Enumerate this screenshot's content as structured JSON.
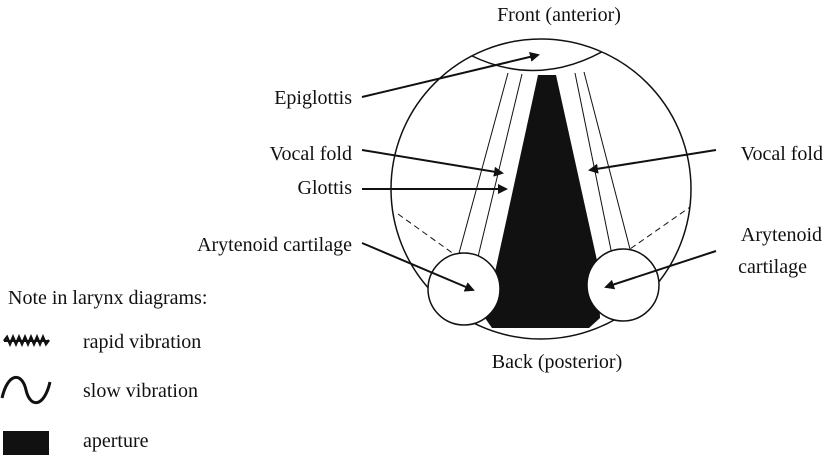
{
  "diagram": {
    "labels": {
      "front": "Front (anterior)",
      "back": "Back (posterior)",
      "epiglottis": "Epiglottis",
      "vocal_fold_left": "Vocal fold",
      "vocal_fold_right": "Vocal fold",
      "glottis": "Glottis",
      "arytenoid_left": "Arytenoid cartilage",
      "arytenoid_right_line1": "Arytenoid",
      "arytenoid_right_line2": "cartilage"
    }
  },
  "legend": {
    "title": "Note in larynx diagrams:",
    "items": [
      {
        "label": "rapid vibration",
        "icon": "rapid-vibration-icon"
      },
      {
        "label": "slow vibration",
        "icon": "slow-vibration-icon"
      },
      {
        "label": "aperture",
        "icon": "aperture-icon"
      }
    ]
  },
  "colors": {
    "ink": "#111111",
    "background": "#ffffff"
  }
}
